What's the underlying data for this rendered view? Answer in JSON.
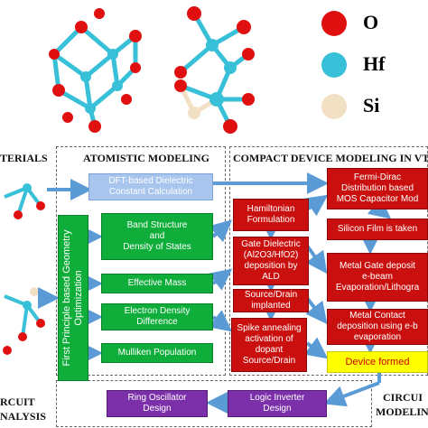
{
  "legend": {
    "o": "O",
    "hf": "Hf",
    "si": "Si"
  },
  "colors": {
    "oxygen": "#e01010",
    "hafnium": "#38c0d8",
    "silicon": "#f2e0c4"
  },
  "sections": {
    "materials": "TERIALS",
    "atomistic": "ATOMISTIC MODELING",
    "compact": "COMPACT DEVICE MODELING IN VT",
    "circuit_left": "RCUIT",
    "analysis": "NALYSIS",
    "circuit_right": "CIRCUI",
    "modeling_right": "MODELIN"
  },
  "atomistic": {
    "dft": "DFT-based Dielectric\nConstant Calculation",
    "first_principle": "First Principle based\nGeometry Optimization",
    "band": "Band Structure\nand\nDensity of States",
    "effective_mass": "Effective Mass",
    "electron_density": "Electron Density\nDifference",
    "mulliken": "Mulliken Population"
  },
  "compact": {
    "hamiltonian": "Hamiltonian\nFormulation",
    "gate_dielectric": "Gate Dielectric\n(Al2O3/HfO2)\ndeposition by\nALD",
    "source_drain": "Source/Drain\nimplanted",
    "spike": "Spike annealing\nactivation of\ndopant\nSource/Drain",
    "fermi": "Fermi-Dirac\nDistribution based\nMOS Capacitor Mod",
    "silicon_film": "Silicon Film is taken",
    "metal_gate": "Metal Gate deposit\ne-beam\nEvaporation/Lithogra",
    "metal_contact": "Metal Contact\ndeposition using e-b\nevaporation",
    "device_formed": "Device formed"
  },
  "circuit": {
    "ring_oscillator": "Ring Oscillator\nDesign",
    "logic_inverter": "Logic Inverter\nDesign"
  }
}
